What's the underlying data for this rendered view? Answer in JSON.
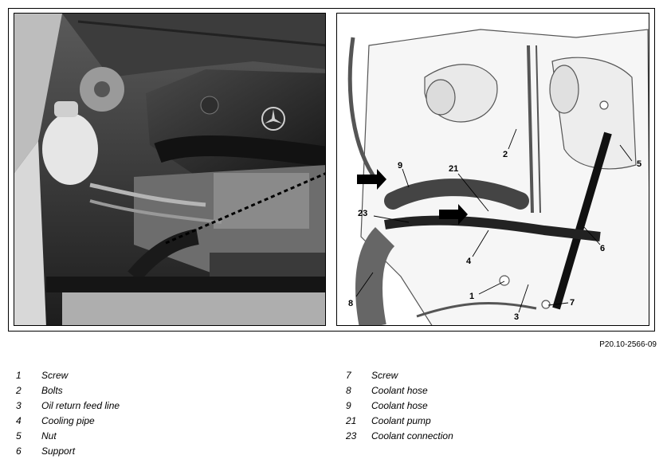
{
  "figure": {
    "reference": "P20.10-2566-09",
    "callouts": [
      "9",
      "21",
      "23",
      "2",
      "5",
      "6",
      "4",
      "1",
      "8",
      "3",
      "7"
    ]
  },
  "legend": {
    "left": [
      {
        "num": "1",
        "label": "Screw"
      },
      {
        "num": "2",
        "label": "Bolts"
      },
      {
        "num": "3",
        "label": "Oil return feed line"
      },
      {
        "num": "4",
        "label": "Cooling pipe"
      },
      {
        "num": "5",
        "label": "Nut"
      },
      {
        "num": "6",
        "label": "Support"
      }
    ],
    "right": [
      {
        "num": "7",
        "label": "Screw"
      },
      {
        "num": "8",
        "label": "Coolant hose"
      },
      {
        "num": "9",
        "label": "Coolant hose"
      },
      {
        "num": "21",
        "label": "Coolant pump"
      },
      {
        "num": "23",
        "label": "Coolant connection"
      }
    ]
  }
}
